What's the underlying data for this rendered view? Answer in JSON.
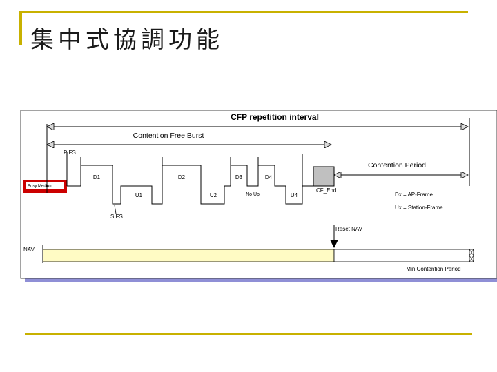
{
  "slide": {
    "title": "集中式協調功能",
    "accent_color": "#c8b100"
  },
  "diagram": {
    "labels": {
      "cfp_interval": "CFP repetition interval",
      "contention_free_burst": "Contention Free Burst",
      "pifs": "PIFS",
      "contention_period": "Contention Period",
      "busy_medium": "Busy Medium",
      "d1": "D1",
      "d2": "D2",
      "d3": "D3",
      "d4": "D4",
      "u1": "U1",
      "u2": "U2",
      "no_up": "No Up",
      "u4": "U4",
      "cf_end": "CF_End",
      "dx_legend": "Dx = AP-Frame",
      "ux_legend": "Ux = Station-Frame",
      "sifs": "SIFS",
      "reset_nav": "Reset NAV",
      "nav": "NAV",
      "min_contention_period": "Min Contention Period"
    },
    "colors": {
      "nav_bar": "#fffbc4",
      "cf_end_block": "#c0c0c0",
      "busy_medium": "#cc0000",
      "frame_shadow": "#8f8fd6"
    }
  }
}
